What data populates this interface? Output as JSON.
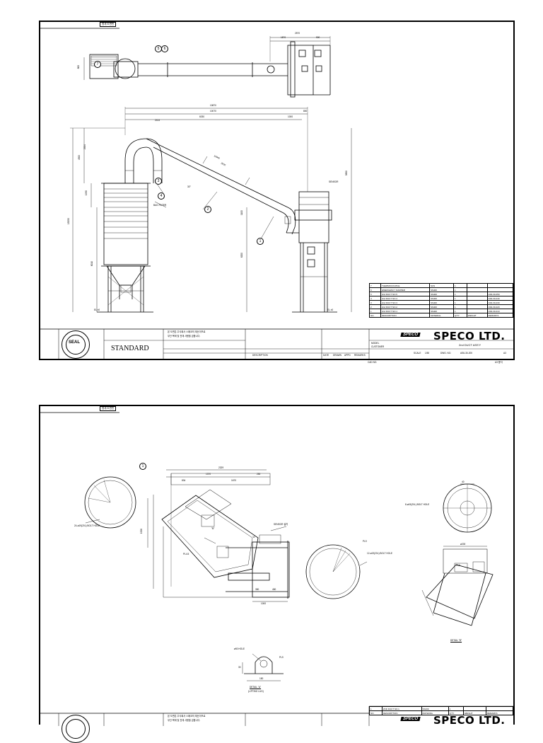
{
  "sheet1": {
    "corner_tab": "명세 도면번",
    "top_dims": {
      "d1": "2570",
      "d2": "1570",
      "d3": "900",
      "d4": "800"
    },
    "main_dims": {
      "d1": "10870",
      "d2": "10070",
      "d3": "6030",
      "d4": "1000",
      "d5": "800",
      "d6": "2414",
      "d7": "10940",
      "d8": "2000"
    },
    "left_dims": {
      "d1": "4300",
      "d2": "2924",
      "d3": "1930",
      "d4": "15250",
      "d5": "8010"
    },
    "mid_dims": {
      "d1": "1100",
      "d2": "6200",
      "d3": "5850"
    },
    "labels": {
      "bag_filter": "BAG FILTER",
      "sensor": "SENSOR",
      "angle": "30°",
      "level_left": "EL ±0",
      "level_right": "EL ±0"
    },
    "balloons": [
      "1",
      "2",
      "3",
      "4",
      "5",
      "6",
      "7"
    ],
    "bom": {
      "rows": [
        {
          "no": "7",
          "desc": "THERMOCOUPLE",
          "mat": "SUS",
          "qty": "1",
          "rem": ""
        },
        {
          "no": "6",
          "desc": "EMERGENCY DAMPER",
          "mat": "SS400",
          "qty": "1",
          "rem": ""
        },
        {
          "no": "5",
          "desc": "2nd DUCT NO.5",
          "mat": "SS400",
          "qty": "1",
          "rem": "AS6-30-250"
        },
        {
          "no": "4",
          "desc": "2nd DUCT NO.4",
          "mat": "SS400",
          "qty": "1",
          "rem": "AS6-30-240"
        },
        {
          "no": "3",
          "desc": "2nd DUCT NO.3",
          "mat": "SS400",
          "qty": "1",
          "rem": "AS6-30-230"
        },
        {
          "no": "2",
          "desc": "2nd DUCT NO.2",
          "mat": "SS400",
          "qty": "1",
          "rem": "AS6-30-220"
        },
        {
          "no": "1",
          "desc": "2nd DUCT NO.1",
          "mat": "SS400",
          "qty": "1",
          "rem": "AS6-30-210"
        }
      ],
      "header": {
        "no": "NO.",
        "desc": "DESCRIPTION",
        "mat": "MATERIAL",
        "qty": "Q'TY",
        "wt": "WEIGHT",
        "rem": "REMARKS"
      }
    },
    "title_block": {
      "company": "SPECO LTD.",
      "logo": "SPECO",
      "standard": "STANDARD",
      "seal": "SEAL",
      "korean_note": "본 도면은 주식회사 스페코의 재산이므로",
      "korean_note2": "무단 복제 및 전재 사용을 금합니다.",
      "drawing_title": "2nd DUCT ASS'Y",
      "scale": "1/50",
      "dwg_no": "AS6-30-200",
      "descr_label": "DESCRIPTION",
      "date_label": "DATE",
      "drawn_label": "DRAWN",
      "appd_label": "APPD",
      "remarks_label": "REMARKS",
      "model_label": "MODEL",
      "customer_label": "CUSTOMER",
      "dwg_no_label": "DWG. NO.",
      "scale_label": "SCALE",
      "size": "A3",
      "below_left": "CAD NO.",
      "below_right": "A3 용지"
    }
  },
  "sheet2": {
    "corner_tab": "명세 도면번",
    "balloon": "1",
    "main_dims": {
      "d1": "2329",
      "d2": "1370",
      "d3": "250",
      "d4": "834",
      "d5": "1670",
      "d6": "1526",
      "d7": "1000",
      "d8": "350",
      "d9": "450"
    },
    "labels": {
      "flange_left": "24-ø19(20L) BOLT HOLE",
      "flange_mid": "12-ø19(20L) BOLT HOLE",
      "flange_right": "8-ø19(20L) BOLT HOLE",
      "detail_a": "DETAIL \"A\"",
      "detail_a_sub": "(LIFTING LUG)",
      "detail_b": "DETAIL \"B\"",
      "lug_hole": "ø50 HOLE",
      "point_a": "\"A\"",
      "point_b": "\"B\"",
      "pl45": "PL4.5",
      "pl9": "PL9",
      "pl6": "PL6",
      "sensor_note": "SENSOR 설치",
      "dim_150": "150",
      "dim_30": "30",
      "dim_40": "40",
      "dim_4200": "ø200"
    },
    "bom": {
      "rows": [
        {
          "no": "1",
          "desc": "2ND DUCT NO.1",
          "mat": "SS400",
          "qty": "1",
          "rem": ""
        }
      ],
      "header": {
        "no": "NO.",
        "desc": "DESCRIPTION",
        "mat": "MATERIAL",
        "qty": "Q'TY",
        "wt": "WEIGHT",
        "rem": "REMARKS"
      }
    },
    "title_block": {
      "company": "SPECO LTD.",
      "logo": "SPECO",
      "korean_note": "본 도면은 주식회사 스페코의 재산이므로",
      "korean_note2": "무단 복제 및 전재 사용을 금합니다."
    }
  }
}
